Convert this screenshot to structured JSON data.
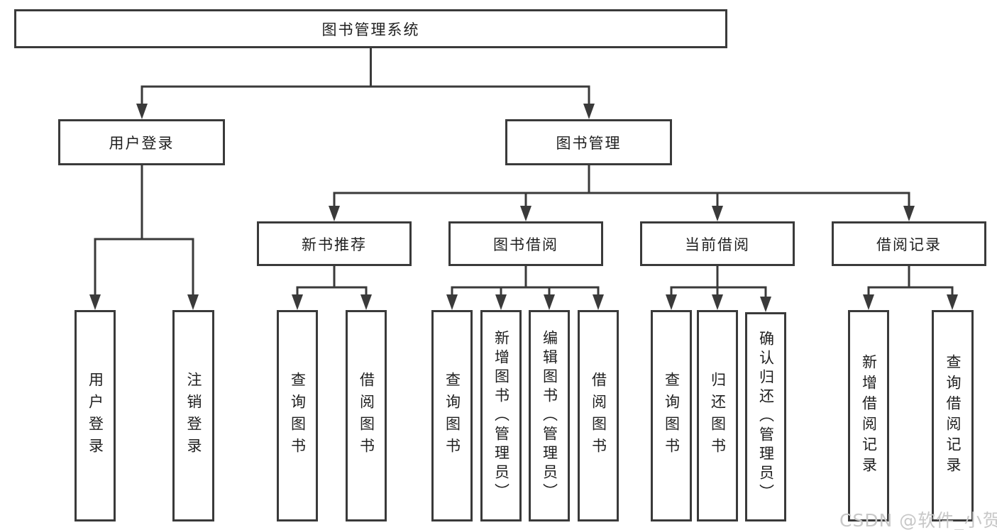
{
  "colors": {
    "line": "#3a3a3a",
    "text": "#1f1f1f",
    "background": "#ffffff",
    "watermark": "#c8c8c8"
  },
  "watermark": {
    "text": "CSDN @软件_小贺同学"
  },
  "diagram": {
    "type": "hierarchy-tree",
    "nodes": {
      "root": "图书管理系统",
      "l2": [
        "用户登录",
        "图书管理"
      ],
      "l3": [
        "新书推荐",
        "图书借阅",
        "当前借阅",
        "借阅记录"
      ],
      "user_login_children": [
        "用户登录",
        "注销登录"
      ],
      "new_book_children": [
        "查询图书",
        "借阅图书"
      ],
      "book_borrow_children": [
        "查询图书",
        "新增图书（管理员）",
        "编辑图书（管理员）",
        "借阅图书"
      ],
      "current_borrow_children": [
        "查询图书",
        "归还图书",
        "确认归还（管理员）"
      ],
      "borrow_record_children": [
        "新增借阅记录",
        "查询借阅记录"
      ]
    }
  }
}
